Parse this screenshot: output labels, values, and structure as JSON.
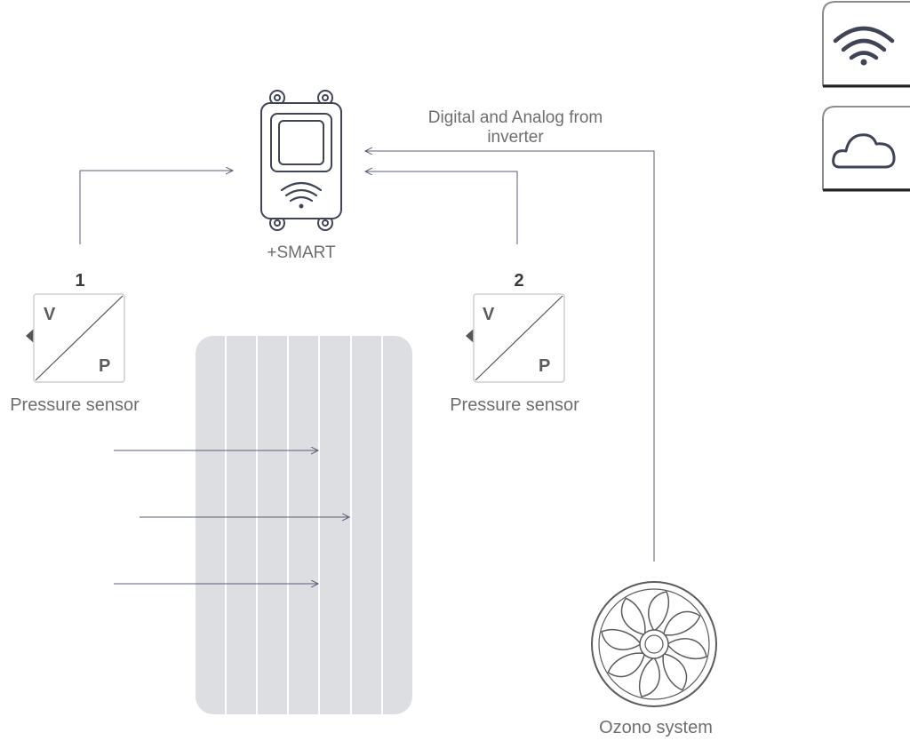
{
  "controller": {
    "label": "+SMART"
  },
  "inverter": {
    "label_line1": "Digital and Analog from",
    "label_line2": "inverter"
  },
  "sensor1": {
    "number": "1",
    "v_label": "V",
    "p_label": "P",
    "label": "Pressure sensor"
  },
  "sensor2": {
    "number": "2",
    "v_label": "V",
    "p_label": "P",
    "label": "Pressure sensor"
  },
  "ozono": {
    "label": "Ozono system"
  },
  "icons": {
    "wifi": "wifi-icon",
    "cloud": "cloud-icon"
  },
  "colors": {
    "line": "#5a5f78",
    "device_stroke": "#3f4456",
    "panel_fill": "#dcdee2",
    "text": "#6e6e6e"
  }
}
